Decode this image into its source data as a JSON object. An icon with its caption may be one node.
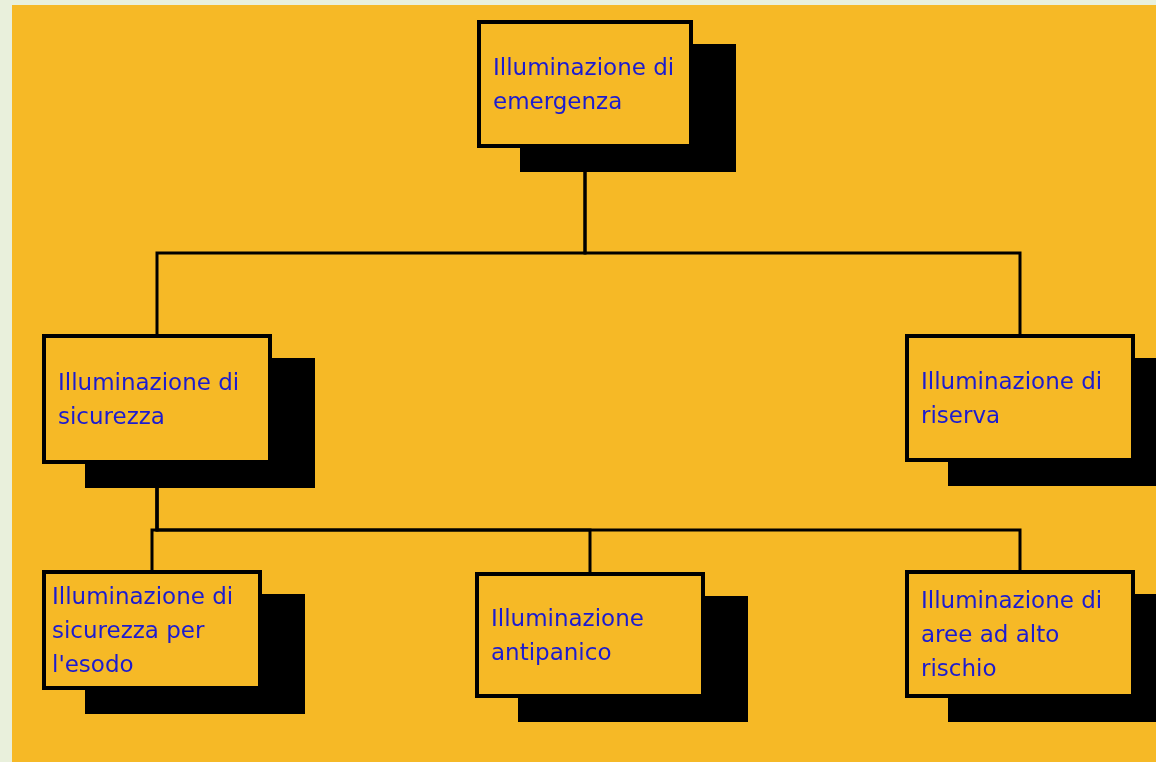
{
  "diagram": {
    "nodes": [
      {
        "text": [
          "Illuminazione di emergenza"
        ]
      },
      {
        "text": [
          "Illuminazione di sicurezza"
        ]
      },
      {
        "text": [
          "Illuminazione di riserva"
        ]
      },
      {
        "text": [
          "Illuminazione di sicurezza per l'esodo"
        ]
      },
      {
        "text": [
          "Illuminazione antipanico"
        ]
      },
      {
        "text": [
          "Illuminazione di aree ad alto rischio"
        ]
      }
    ],
    "edges": [
      {
        "from": 0,
        "to": 1,
        "arrow": "none"
      },
      {
        "from": 0,
        "to": 2,
        "arrow": "none"
      },
      {
        "from": 1,
        "to": 3,
        "arrow": "none"
      },
      {
        "from": 1,
        "to": 4,
        "arrow": "none"
      },
      {
        "from": 1,
        "to": 5,
        "arrow": "none"
      }
    ]
  }
}
